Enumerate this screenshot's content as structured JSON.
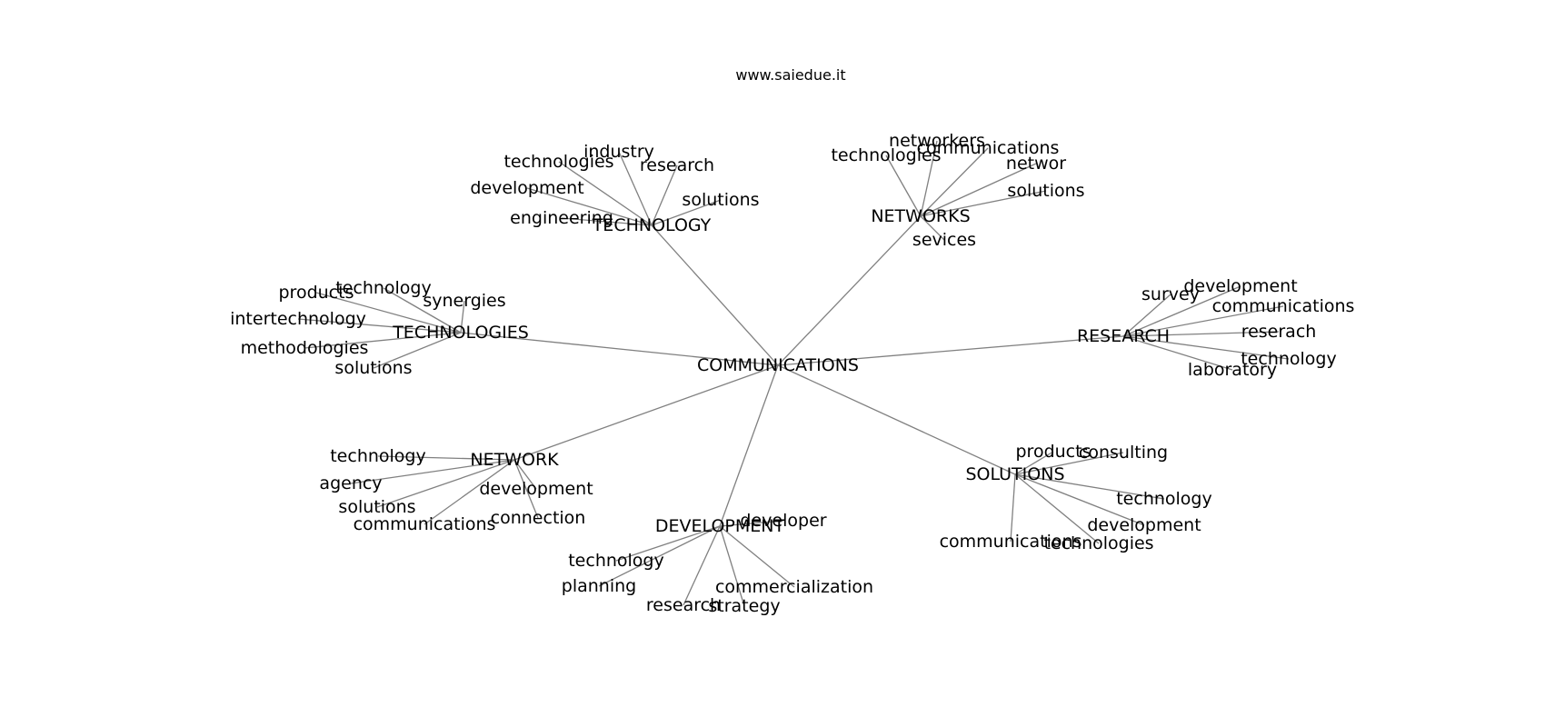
{
  "title": "www.saiedue.it",
  "edge_color": "#808080",
  "graph": {
    "root": "COMMUNICATIONS",
    "clusters": [
      {
        "hub": "TECHNOLOGY",
        "leaves": [
          "industry",
          "technologies",
          "research",
          "development",
          "solutions",
          "engineering"
        ]
      },
      {
        "hub": "NETWORKS",
        "leaves": [
          "networkers",
          "technologies",
          "communications",
          "networ",
          "solutions",
          "sevices"
        ]
      },
      {
        "hub": "TECHNOLOGIES",
        "leaves": [
          "technology",
          "products",
          "synergies",
          "intertechnology",
          "methodologies",
          "solutions"
        ]
      },
      {
        "hub": "RESEARCH",
        "leaves": [
          "survey",
          "development",
          "communications",
          "reserach",
          "technology",
          "laboratory"
        ]
      },
      {
        "hub": "NETWORK",
        "leaves": [
          "technology",
          "agency",
          "development",
          "solutions",
          "communications",
          "connection"
        ]
      },
      {
        "hub": "SOLUTIONS",
        "leaves": [
          "products",
          "consulting",
          "technology",
          "development",
          "communications",
          "technologies"
        ]
      },
      {
        "hub": "DEVELOPMENT",
        "leaves": [
          "developer",
          "technology",
          "planning",
          "commercialization",
          "research",
          "strategy"
        ]
      }
    ]
  }
}
